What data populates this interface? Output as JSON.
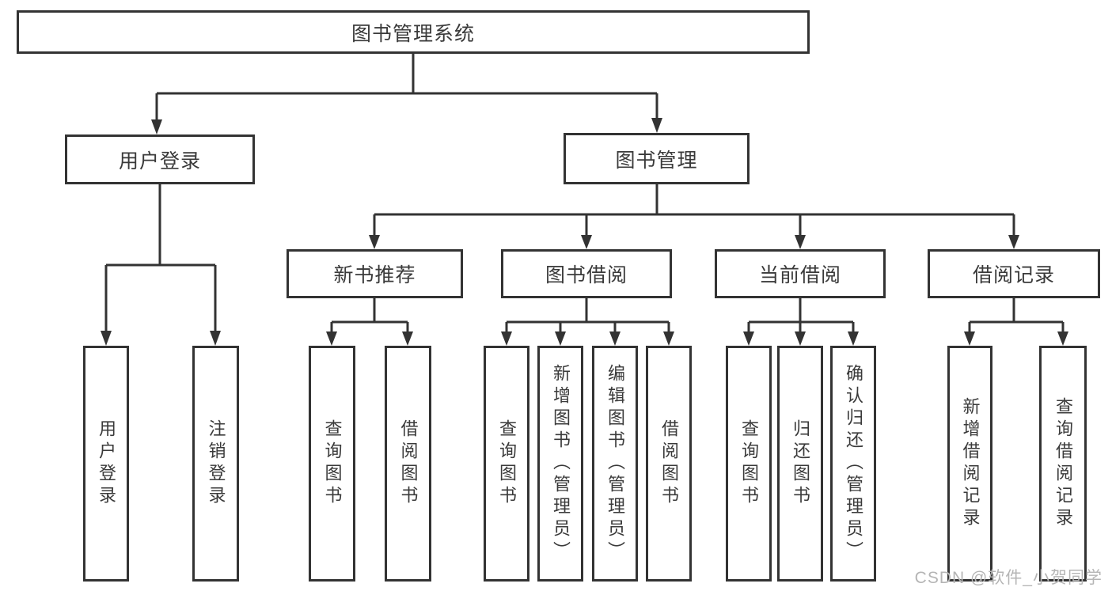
{
  "root": {
    "label": "图书管理系统"
  },
  "level2": {
    "user_login": {
      "label": "用户登录"
    },
    "book_mgmt": {
      "label": "图书管理"
    }
  },
  "level3": {
    "new_books": {
      "label": "新书推荐"
    },
    "book_borrow": {
      "label": "图书借阅"
    },
    "current_borrow": {
      "label": "当前借阅"
    },
    "borrow_records": {
      "label": "借阅记录"
    }
  },
  "leaves": {
    "user_login_leaf": {
      "label": "用户登录"
    },
    "logout": {
      "label": "注销登录"
    },
    "nb_query": {
      "label": "查询图书"
    },
    "nb_borrow": {
      "label": "借阅图书"
    },
    "bw_query": {
      "label": "查询图书"
    },
    "bw_add": {
      "label": "新增图书（管理员）"
    },
    "bw_edit": {
      "label": "编辑图书（管理员）"
    },
    "bw_borrow": {
      "label": "借阅图书"
    },
    "cur_query": {
      "label": "查询图书"
    },
    "cur_return": {
      "label": "归还图书"
    },
    "cur_confirm": {
      "label": "确认归还（管理员）"
    },
    "rec_add": {
      "label": "新增借阅记录"
    },
    "rec_query": {
      "label": "查询借阅记录"
    }
  },
  "watermark": {
    "text": "CSDN @软件_小贺同学"
  },
  "colors": {
    "line": "#333333",
    "text": "#3a3a3a",
    "watermark": "#b5b5b5",
    "background": "#ffffff"
  }
}
